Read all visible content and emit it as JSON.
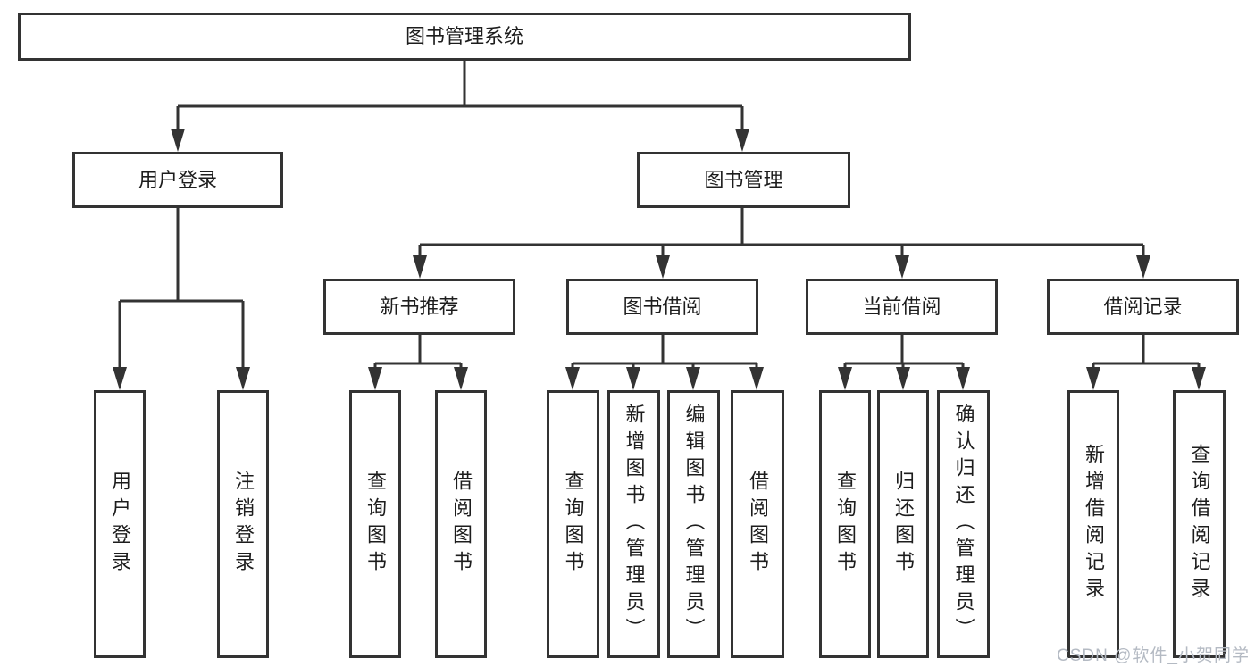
{
  "diagram": {
    "root": "图书管理系统",
    "branches": [
      {
        "label": "用户登录",
        "leaves": [
          "用户登录",
          "注销登录"
        ]
      },
      {
        "label": "图书管理",
        "sections": [
          {
            "label": "新书推荐",
            "leaves": [
              "查询图书",
              "借阅图书"
            ]
          },
          {
            "label": "图书借阅",
            "leaves": [
              "查询图书",
              "新增图书（管理员）",
              "编辑图书（管理员）",
              "借阅图书"
            ]
          },
          {
            "label": "当前借阅",
            "leaves": [
              "查询图书",
              "归还图书",
              "确认归还（管理员）"
            ]
          },
          {
            "label": "借阅记录",
            "leaves": [
              "新增借阅记录",
              "查询借阅记录"
            ]
          }
        ]
      }
    ]
  },
  "watermark": "CSDN @软件_小贺同学",
  "colors": {
    "line": "#333333",
    "box_background": "#ffffff",
    "page_background": "#ffffff",
    "text": "#1d1d1d",
    "watermark": "#b4bac3"
  }
}
